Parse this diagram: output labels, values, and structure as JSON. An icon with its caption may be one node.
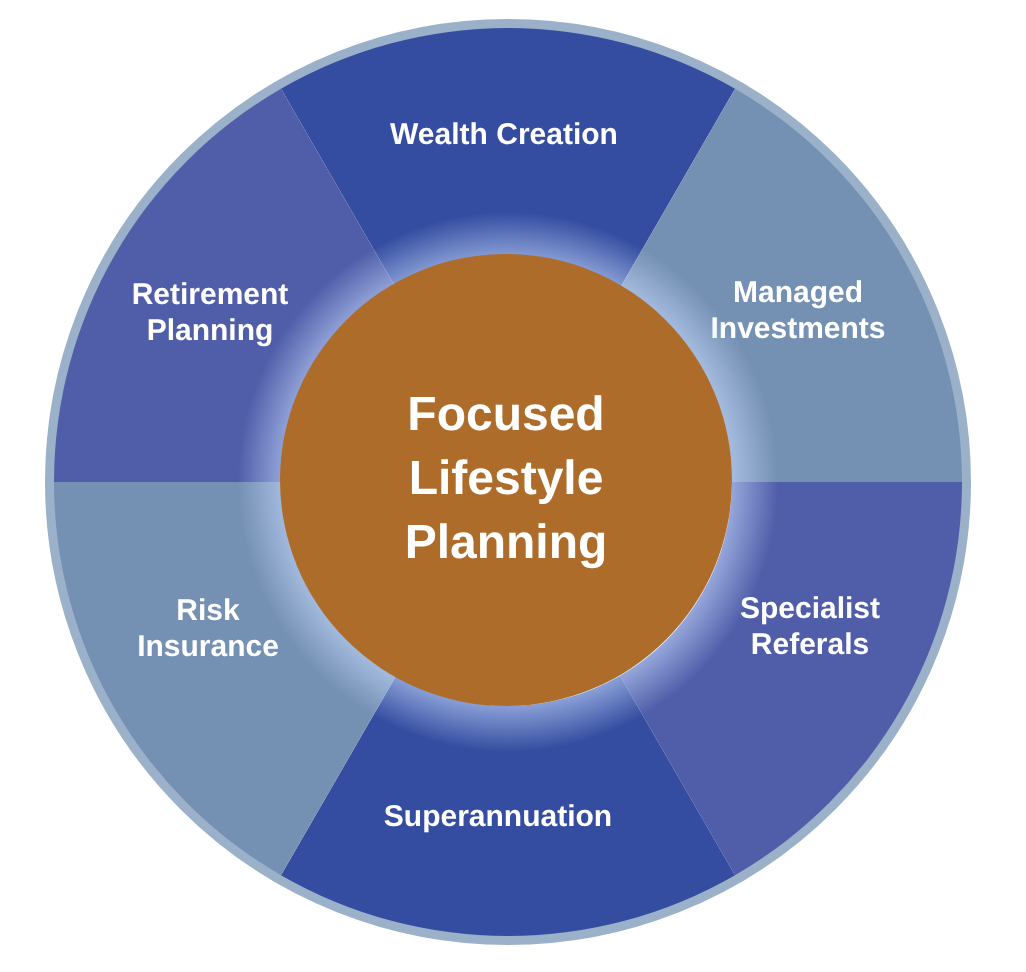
{
  "diagram": {
    "nodes": [
      {
        "text": [
          "Focused Lifestyle Planning"
        ]
      },
      {
        "text": [
          "Wealth Creation"
        ]
      },
      {
        "text": [
          "Managed Investments"
        ]
      },
      {
        "text": [
          "Specialist Referals"
        ]
      },
      {
        "text": [
          "Superannuation"
        ]
      },
      {
        "text": [
          "Risk Insurance"
        ]
      },
      {
        "text": [
          "Retirement Planning"
        ]
      }
    ]
  }
}
